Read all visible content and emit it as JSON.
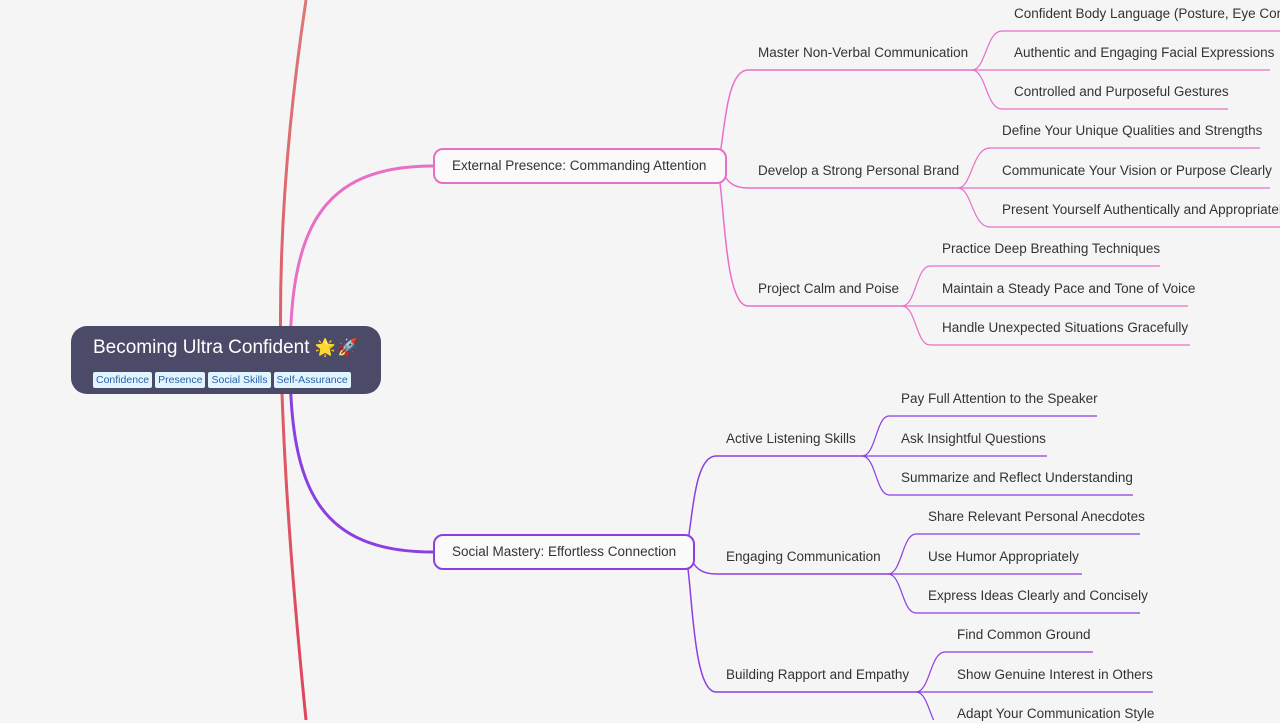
{
  "root": {
    "title": "Becoming Ultra Confident",
    "emoji": "🌟🚀",
    "tags": [
      "Confidence",
      "Presence",
      "Social Skills",
      "Self-Assurance"
    ]
  },
  "colors": {
    "root_bg": "#4b4a68",
    "branch1": "#e86fc8",
    "branch2": "#8c3fe0",
    "spine": "#dd5566",
    "tag_bg": "#e1f5ff"
  },
  "branches": [
    {
      "label": "External Presence: Commanding Attention",
      "children": [
        {
          "label": "Master Non-Verbal Communication",
          "children": [
            "Confident Body Language (Posture, Eye Contact)",
            "Authentic and Engaging Facial Expressions",
            "Controlled and Purposeful Gestures"
          ]
        },
        {
          "label": "Develop a Strong Personal Brand",
          "children": [
            "Define Your Unique Qualities and Strengths",
            "Communicate Your Vision or Purpose Clearly",
            "Present Yourself Authentically and Appropriately"
          ]
        },
        {
          "label": "Project Calm and Poise",
          "children": [
            "Practice Deep Breathing Techniques",
            "Maintain a Steady Pace and Tone of Voice",
            "Handle Unexpected Situations Gracefully"
          ]
        }
      ]
    },
    {
      "label": "Social Mastery: Effortless Connection",
      "children": [
        {
          "label": "Active Listening Skills",
          "children": [
            "Pay Full Attention to the Speaker",
            "Ask Insightful Questions",
            "Summarize and Reflect Understanding"
          ]
        },
        {
          "label": "Engaging Communication",
          "children": [
            "Share Relevant Personal Anecdotes",
            "Use Humor Appropriately",
            "Express Ideas Clearly and Concisely"
          ]
        },
        {
          "label": "Building Rapport and Empathy",
          "children": [
            "Find Common Ground",
            "Show Genuine Interest in Others",
            "Adapt Your Communication Style"
          ]
        }
      ]
    }
  ]
}
